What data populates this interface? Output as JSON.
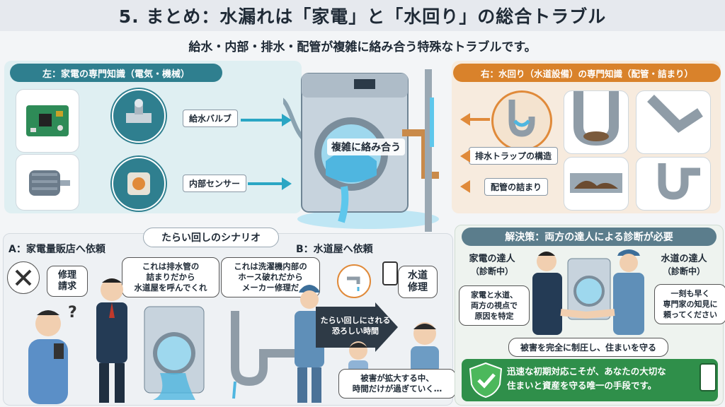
{
  "title": "5. まとめ：水漏れは「家電」と「水回り」の総合トラブル",
  "subtitle": "給水・内部・排水・配管が複雑に絡み合う特殊なトラブルです。",
  "left_panel": {
    "header": "左：家電の専門知識（電気・機械）",
    "labels": [
      "給水バルブ",
      "内部センサー"
    ]
  },
  "right_panel": {
    "header": "右：水回り（水道設備）の専門知識（配管・詰まり）",
    "labels": [
      "排水トラップの構造",
      "配管の詰まり"
    ]
  },
  "center_label": "複雑に絡み合う",
  "scenario": {
    "header": "たらい回しのシナリオ",
    "a_title": "A：家電量販店へ依頼",
    "a_request": "修理\n請求",
    "a_bubble": "これは排水管の\n詰まりだから\n水道屋を呼んでくれ",
    "b_title": "B：水道屋へ依頼",
    "b_bubble": "これは洗濯機内部の\nホース破れだから\nメーカー修理だ",
    "b_sign": "水道\n修理",
    "arrow_text": "たらい回しにされる\n恐ろしい時間",
    "bottom_bubble": "被害が拡大する中、\n時間だけが過ぎていく…"
  },
  "solution": {
    "header": "解決策：両方の達人による診断が必要",
    "expert1_title": "家電の達人",
    "expert1_status": "（診断中）",
    "expert2_title": "水道の達人",
    "expert2_status": "（診断中）",
    "bubble_left": "家電と水道、\n両方の視点で\n原因を特定",
    "bubble_right": "一刻も早く\n専門家の知見に\n頼ってください",
    "banner": "被害を完全に制圧し、住まいを守る",
    "bottom_text": "迅速な初期対応こそが、あなたの大切な\n住まいと資産を守る唯一の手段です。"
  },
  "colors": {
    "teal": "#2f7f8f",
    "orange": "#d9822b",
    "green": "#3c9a4b",
    "water": "#4fc0e8"
  }
}
